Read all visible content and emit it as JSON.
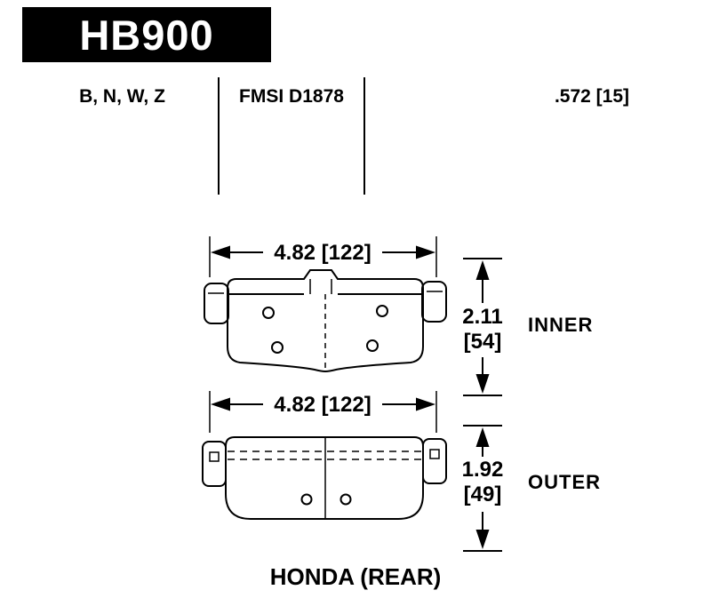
{
  "header": {
    "part_number": "HB900"
  },
  "specs": {
    "compounds": "B, N, W, Z",
    "fmsi": "FMSI D1878",
    "thickness": ".572 [15]"
  },
  "diagram": {
    "inner": {
      "width_dim": "4.82 [122]",
      "height_in": "2.11",
      "height_mm": "[54]",
      "label": "INNER"
    },
    "outer": {
      "width_dim": "4.82 [122]",
      "height_in": "1.92",
      "height_mm": "[49]",
      "label": "OUTER"
    }
  },
  "footer": {
    "application": "HONDA (REAR)"
  },
  "colors": {
    "ink": "#000000",
    "background": "#ffffff"
  }
}
